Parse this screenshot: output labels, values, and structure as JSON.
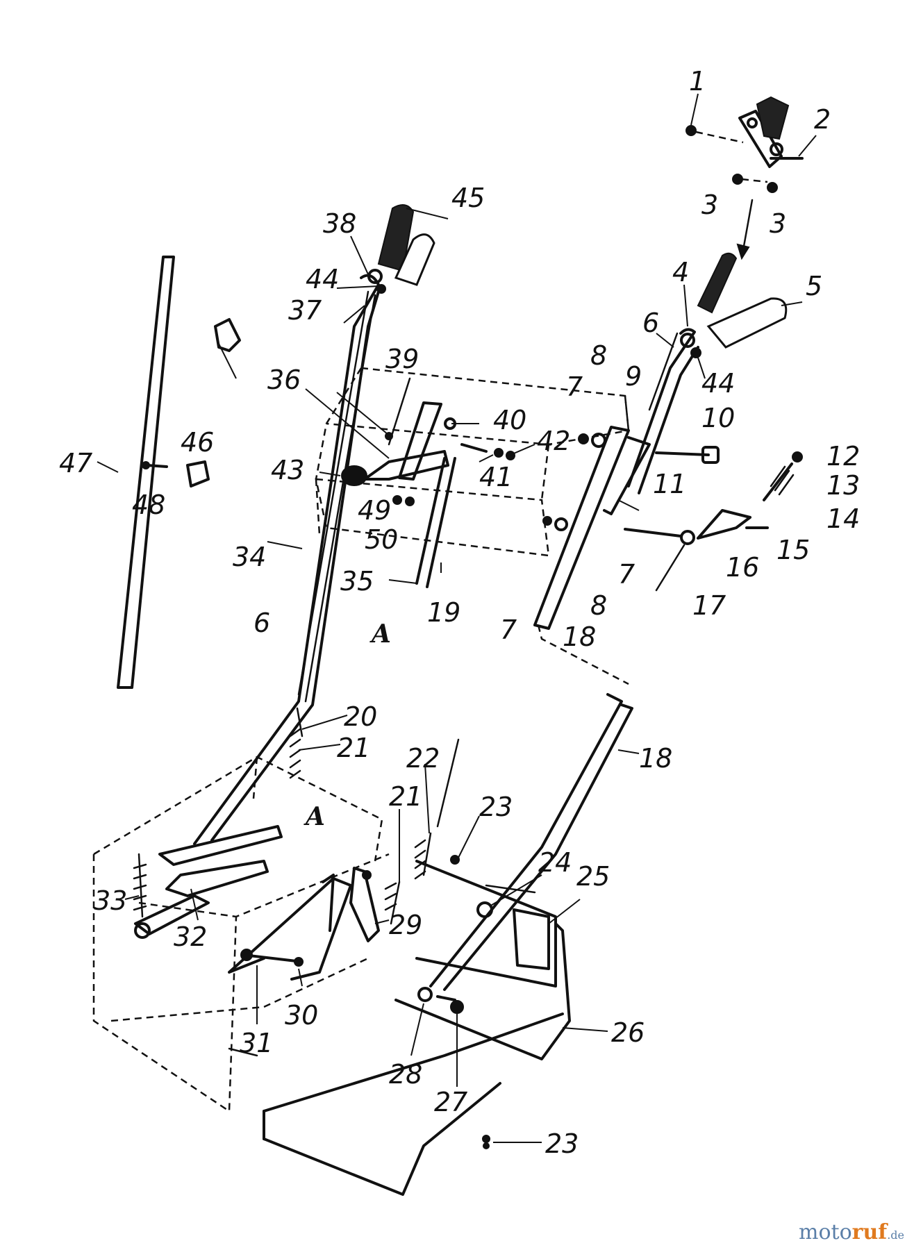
{
  "callouts": [
    {
      "id": "p1",
      "text": "1"
    },
    {
      "id": "p2",
      "text": "2"
    },
    {
      "id": "p3a",
      "text": "3"
    },
    {
      "id": "p3b",
      "text": "3"
    },
    {
      "id": "p4",
      "text": "4"
    },
    {
      "id": "p5",
      "text": "5"
    },
    {
      "id": "p6a",
      "text": "6"
    },
    {
      "id": "p44a",
      "text": "44"
    },
    {
      "id": "p7a",
      "text": "7"
    },
    {
      "id": "p8a",
      "text": "8"
    },
    {
      "id": "p9",
      "text": "9"
    },
    {
      "id": "p10",
      "text": "10"
    },
    {
      "id": "p11",
      "text": "11"
    },
    {
      "id": "p12",
      "text": "12"
    },
    {
      "id": "p13",
      "text": "13"
    },
    {
      "id": "p14",
      "text": "14"
    },
    {
      "id": "p15",
      "text": "15"
    },
    {
      "id": "p16",
      "text": "16"
    },
    {
      "id": "p17",
      "text": "17"
    },
    {
      "id": "p7b",
      "text": "7"
    },
    {
      "id": "p7c",
      "text": "7"
    },
    {
      "id": "p8b",
      "text": "8"
    },
    {
      "id": "p18a",
      "text": "18"
    },
    {
      "id": "p45",
      "text": "45"
    },
    {
      "id": "p38",
      "text": "38"
    },
    {
      "id": "p44b",
      "text": "44"
    },
    {
      "id": "p37",
      "text": "37"
    },
    {
      "id": "p39",
      "text": "39"
    },
    {
      "id": "p36",
      "text": "36"
    },
    {
      "id": "p40",
      "text": "40"
    },
    {
      "id": "p42",
      "text": "42"
    },
    {
      "id": "p41",
      "text": "41"
    },
    {
      "id": "p43",
      "text": "43"
    },
    {
      "id": "p49",
      "text": "49"
    },
    {
      "id": "p50",
      "text": "50"
    },
    {
      "id": "p46",
      "text": "46"
    },
    {
      "id": "p47",
      "text": "47"
    },
    {
      "id": "p48",
      "text": "48"
    },
    {
      "id": "p34",
      "text": "34"
    },
    {
      "id": "p35",
      "text": "35"
    },
    {
      "id": "p19",
      "text": "19"
    },
    {
      "id": "p6b",
      "text": "6"
    },
    {
      "id": "p20",
      "text": "20"
    },
    {
      "id": "p21a",
      "text": "21"
    },
    {
      "id": "p22",
      "text": "22"
    },
    {
      "id": "p21b",
      "text": "21"
    },
    {
      "id": "p23a",
      "text": "23"
    },
    {
      "id": "p18b",
      "text": "18"
    },
    {
      "id": "p24",
      "text": "24"
    },
    {
      "id": "p25",
      "text": "25"
    },
    {
      "id": "p33",
      "text": "33"
    },
    {
      "id": "p32",
      "text": "32"
    },
    {
      "id": "p29",
      "text": "29"
    },
    {
      "id": "p30",
      "text": "30"
    },
    {
      "id": "p31",
      "text": "31"
    },
    {
      "id": "p26",
      "text": "26"
    },
    {
      "id": "p28",
      "text": "28"
    },
    {
      "id": "p27",
      "text": "27"
    },
    {
      "id": "p23b",
      "text": "23"
    }
  ],
  "connector_labels": {
    "a_top": "A",
    "a_bottom": "A"
  },
  "brand": {
    "name": "motoruf",
    "tld": ".de"
  }
}
